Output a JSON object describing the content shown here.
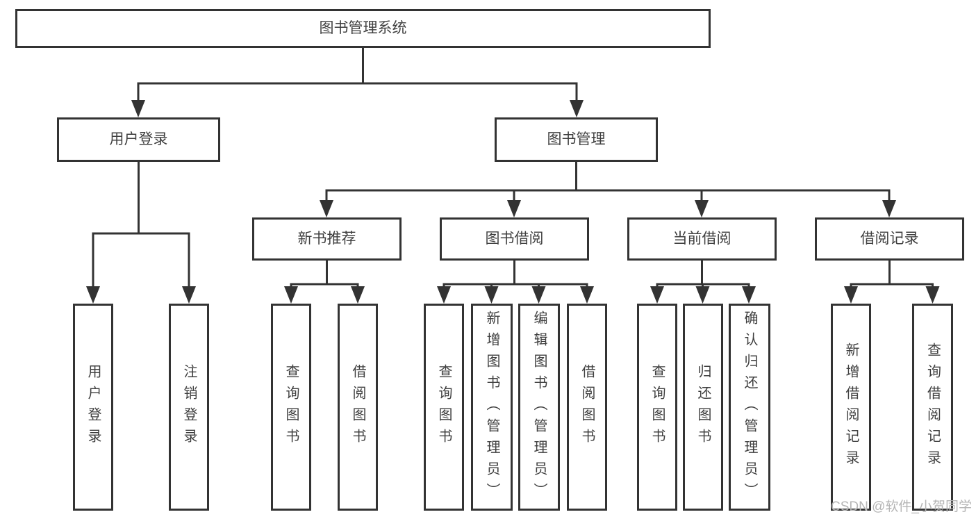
{
  "tree": {
    "label": "图书管理系统",
    "children": [
      {
        "label": "用户登录",
        "children": [
          {
            "label": "用户登录"
          },
          {
            "label": "注销登录"
          }
        ]
      },
      {
        "label": "图书管理",
        "children": [
          {
            "label": "新书推荐",
            "children": [
              {
                "label": "查询图书"
              },
              {
                "label": "借阅图书"
              }
            ]
          },
          {
            "label": "图书借阅",
            "children": [
              {
                "label": "查询图书"
              },
              {
                "label": "新增图书（管理员）"
              },
              {
                "label": "编辑图书（管理员）"
              },
              {
                "label": "借阅图书"
              }
            ]
          },
          {
            "label": "当前借阅",
            "children": [
              {
                "label": "查询图书"
              },
              {
                "label": "归还图书"
              },
              {
                "label": "确认归还（管理员）"
              }
            ]
          },
          {
            "label": "借阅记录",
            "children": [
              {
                "label": "新增借阅记录"
              },
              {
                "label": "查询借阅记录"
              }
            ]
          }
        ]
      }
    ]
  },
  "watermark": "CSDN @软件_小贺同学",
  "colors": {
    "line": "#333333",
    "text": "#3f3f3f",
    "watermark": "#b5b5b5",
    "background": "#ffffff"
  }
}
